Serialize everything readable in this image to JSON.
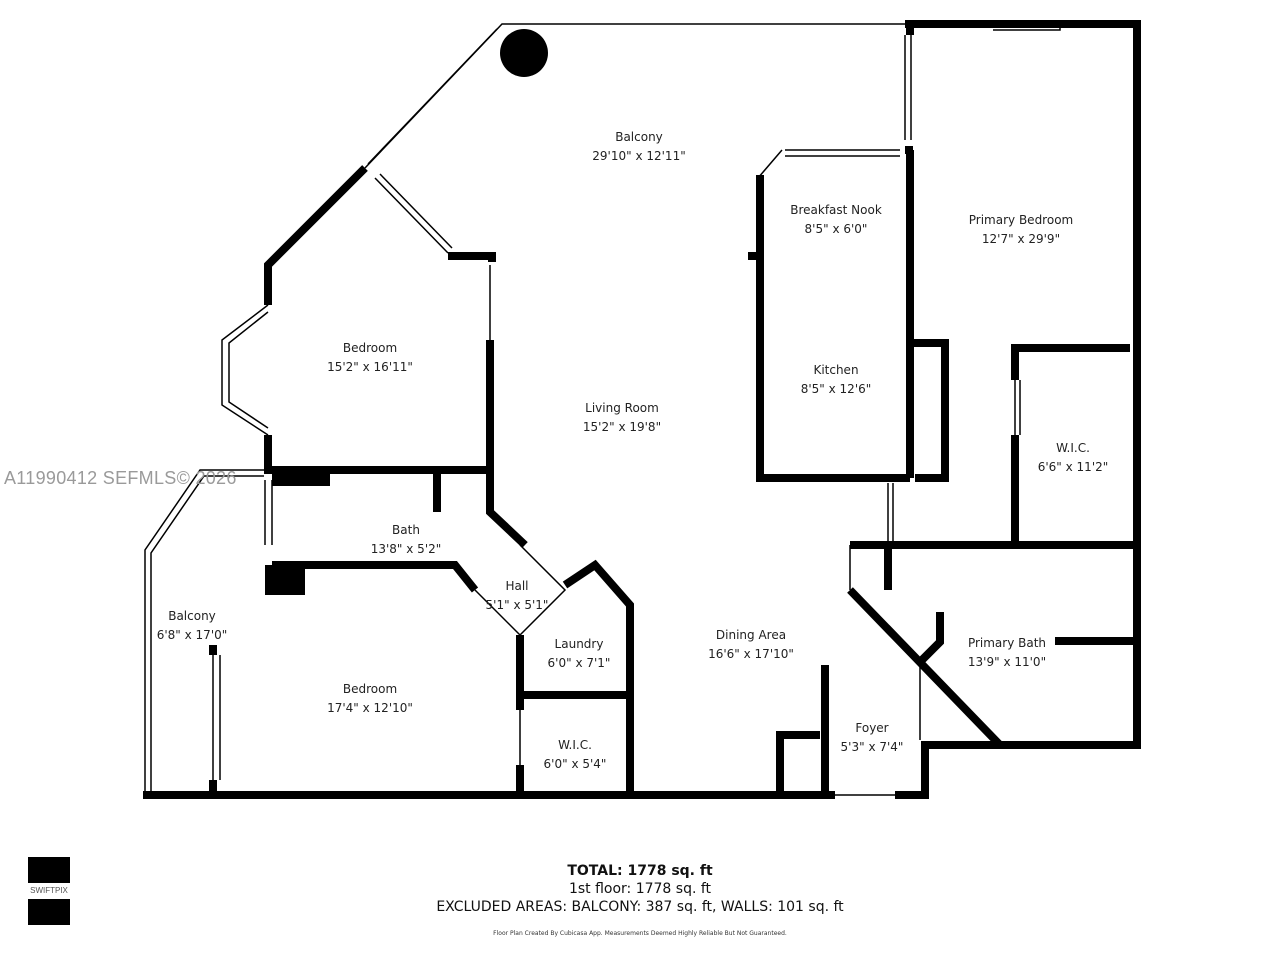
{
  "rooms": [
    {
      "name": "Balcony",
      "dims": "29'10\" x 12'11\""
    },
    {
      "name": "Breakfast Nook",
      "dims": "8'5\" x 6'0\""
    },
    {
      "name": "Primary Bedroom",
      "dims": "12'7\" x 29'9\""
    },
    {
      "name": "Bedroom",
      "dims": "15'2\" x 16'11\""
    },
    {
      "name": "Kitchen",
      "dims": "8'5\" x 12'6\""
    },
    {
      "name": "Living Room",
      "dims": "15'2\" x 19'8\""
    },
    {
      "name": "W.I.C.",
      "dims": "6'6\" x 11'2\""
    },
    {
      "name": "Bath",
      "dims": "13'8\" x 5'2\""
    },
    {
      "name": "Hall",
      "dims": "5'1\" x 5'1\""
    },
    {
      "name": "Balcony",
      "dims": "6'8\" x 17'0\""
    },
    {
      "name": "Laundry",
      "dims": "6'0\" x 7'1\""
    },
    {
      "name": "Dining Area",
      "dims": "16'6\" x 17'10\""
    },
    {
      "name": "Primary Bath",
      "dims": "13'9\" x 11'0\""
    },
    {
      "name": "Bedroom",
      "dims": "17'4\" x 12'10\""
    },
    {
      "name": "Foyer",
      "dims": "5'3\" x 7'4\""
    },
    {
      "name": "W.I.C.",
      "dims": "6'0\" x 5'4\""
    }
  ],
  "watermark": "A11990412  SEFMLS© 2026",
  "logo": "SWIFTPIX",
  "summary": {
    "total": "TOTAL: 1778 sq. ft",
    "floor": "1st floor: 1778 sq. ft",
    "excluded": "EXCLUDED AREAS: BALCONY: 387 sq. ft, WALLS: 101 sq. ft",
    "disclaimer": "Floor Plan Created By Cubicasa App. Measurements Deemed Highly Reliable But Not Guaranteed."
  }
}
